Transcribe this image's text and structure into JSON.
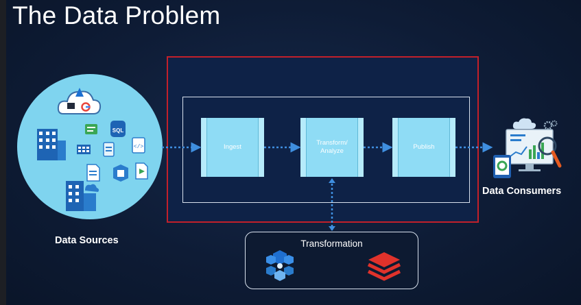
{
  "slide": {
    "title": "The Data Problem"
  },
  "sources": {
    "label": "Data Sources",
    "icons": [
      "azure-icon",
      "gcp-icon",
      "aws-icon",
      "cloud-icon",
      "building-icon",
      "sql-database-icon",
      "data-file-icon",
      "spreadsheet-icon",
      "file-icon",
      "code-file-icon",
      "document-icon",
      "storage-icon",
      "media-file-icon",
      "buildings-icon"
    ],
    "icon_texts": {
      "sql": "SQL",
      "code": "</>"
    }
  },
  "pipeline": {
    "factory_icon": "data-factory-icon",
    "stages": [
      {
        "label": "Ingest"
      },
      {
        "label": "Transform/\nAnalyze"
      },
      {
        "label": "Publish"
      }
    ]
  },
  "consumers": {
    "label": "Data Consumers",
    "icons": [
      "dashboard-monitor-icon",
      "tablet-icon",
      "magnifier-icon",
      "cloud-icon",
      "gear-icon"
    ]
  },
  "transformation": {
    "title": "Transformation",
    "tools": [
      "synapse-icon",
      "databricks-icon"
    ]
  },
  "colors": {
    "background": "#0e1c36",
    "pipeline_border": "#c3202a",
    "stage_fill": "#8fdcf5",
    "connector": "#3f8fe0",
    "sources_circle": "#7fd4ef"
  }
}
